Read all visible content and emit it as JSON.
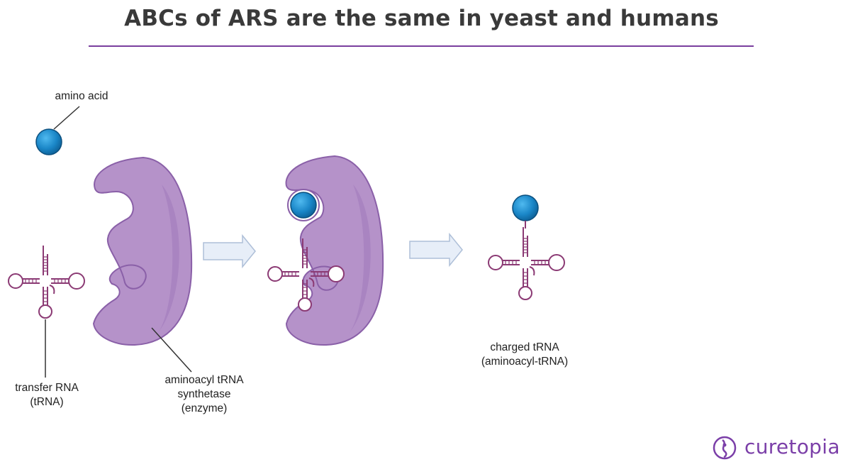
{
  "title": "ABCs of ARS are the same in yeast and humans",
  "labels": {
    "amino_acid": "amino acid",
    "trna_line1": "transfer RNA",
    "trna_line2": "(tRNA)",
    "enzyme_line1": "aminoacyl tRNA",
    "enzyme_line2": "synthetase",
    "enzyme_line3": "(enzyme)",
    "charged_line1": "charged tRNA",
    "charged_line2": "(aminoacyl-tRNA)"
  },
  "logo": {
    "text": "curetopia",
    "icon": "curetopia-logo-icon"
  },
  "colors": {
    "title_rule": "#7a3f9e",
    "enzyme_fill": "#b592c9",
    "enzyme_stroke": "#8a60a8",
    "trna_stroke": "#8b3a74",
    "amino_acid": "#1a86c7",
    "arrow_fill": "#e7eef8",
    "arrow_stroke": "#aebfd8",
    "logo": "#7b3fa8"
  }
}
